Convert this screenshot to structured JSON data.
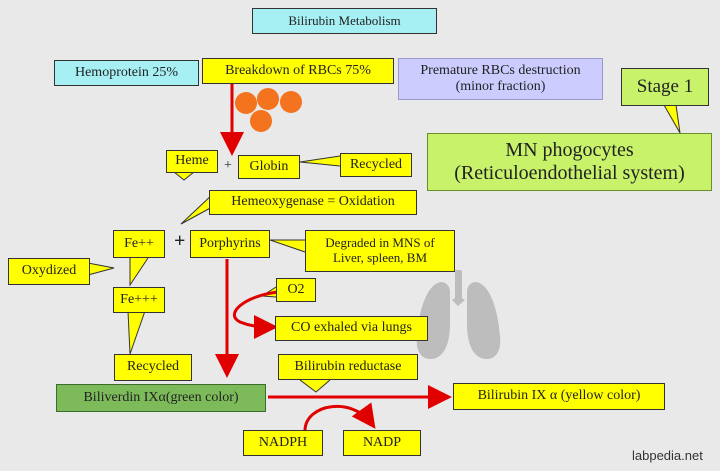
{
  "title": "Bilirubin Metabolism",
  "stage": "Stage 1",
  "sources": {
    "hemoprotein": "Hemoprotein 25%",
    "breakdown": "Breakdown of RBCs 75%",
    "premature_line1": "Premature RBCs destruction",
    "premature_line2": "(minor fraction)"
  },
  "mn": {
    "line1": "MN phogocytes",
    "line2": "(Reticuloendothelial system)"
  },
  "nodes": {
    "heme": "Heme",
    "plus1": "+",
    "globin": "Globin",
    "recycled_globin": "Recycled",
    "hemeoxygenase": "Hemeoxygenase = Oxidation",
    "fe2": "Fe++",
    "plus2": "+",
    "porphyrins": "Porphyrins",
    "degraded_line1": "Degraded in MNS of",
    "degraded_line2": "Liver, spleen, BM",
    "oxydized": "Oxydized",
    "fe3": "Fe+++",
    "o2": "O2",
    "co": "CO exhaled via lungs",
    "recycled_fe": "Recycled",
    "bilirubin_reductase": "Bilirubin reductase",
    "biliverdin": "Biliverdin IXα(green color)",
    "bilirubin": "Bilirubin IX α (yellow color)",
    "nadph": "NADPH",
    "nadp": "NADP"
  },
  "watermark": "labpedia.net",
  "colors": {
    "callout_yellow": "#ffff00",
    "title_cyan": "#a6f0f4",
    "lavender": "#ccccff",
    "lime": "#c8f26a",
    "biliverdin_green": "#7dbb5a",
    "arrow_red": "#e00000",
    "rbc_orange": "#f4731f",
    "background": "#e9e9e9"
  }
}
